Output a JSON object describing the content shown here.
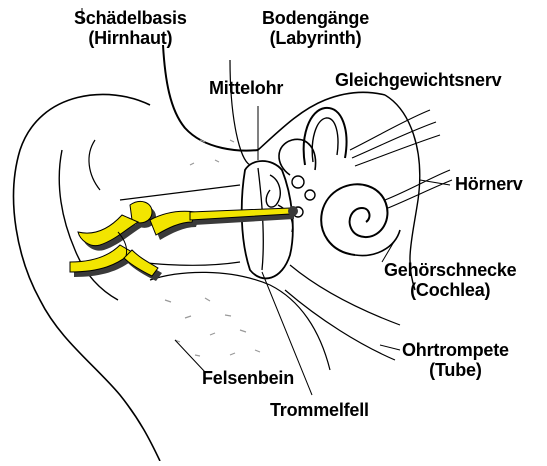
{
  "labels": {
    "schaedelbasis": {
      "line1": "Schädelbasis",
      "line2": "(Hirnhaut)"
    },
    "bodengaenge": {
      "line1": "Bodengänge",
      "line2": "(Labyrinth)"
    },
    "mittelohr": "Mittelohr",
    "gleichgewichtsnerv": "Gleichgewichtsnerv",
    "hoernerv": "Hörnerv",
    "gehoerschnecke": {
      "line1": "Gehörschnecke",
      "line2": "(Cochlea)"
    },
    "ohrtrompete": {
      "line1": "Ohrtrompete",
      "line2": "(Tube)"
    },
    "felsenbein": "Felsenbein",
    "trommelfell": "Trommelfell"
  },
  "colors": {
    "figure_fill": "#f2e500",
    "figure_shadow": "#3a3a3a",
    "outline": "#000000",
    "dots": "#999999"
  },
  "icons": {
    "figure": "climbing-figure-with-pole"
  }
}
